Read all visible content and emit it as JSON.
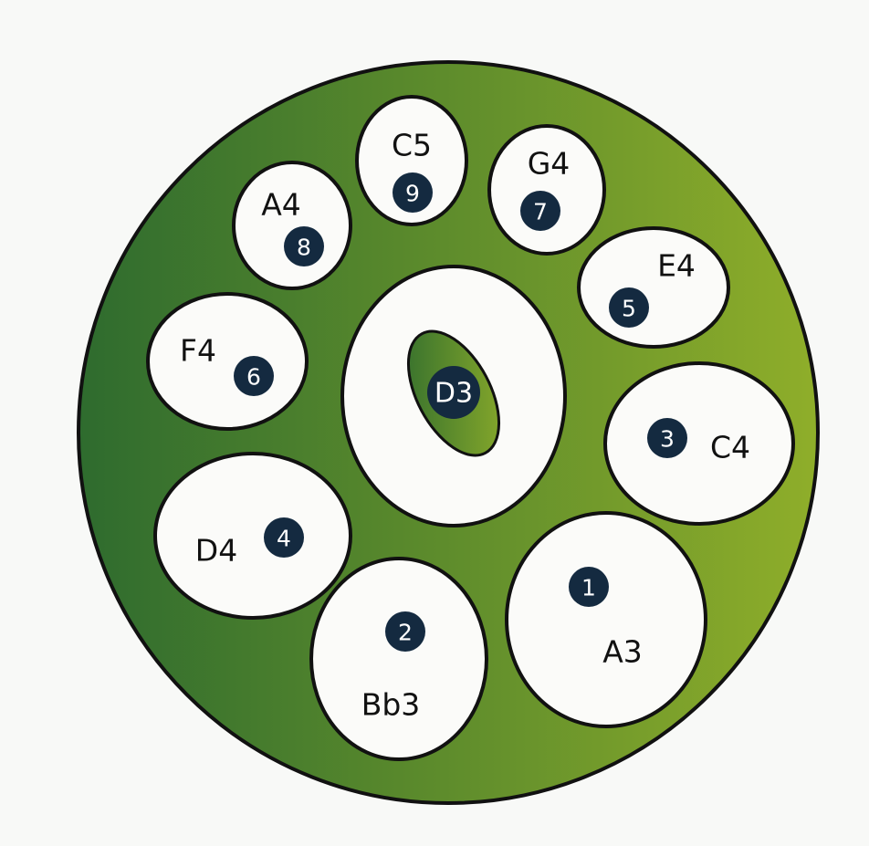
{
  "colors": {
    "background": "#f8f9f7",
    "drum_dark": "#2e6b2e",
    "drum_light": "#8fae2a",
    "outline": "#111111",
    "field": "#fbfbf9",
    "badge": "#142a40"
  },
  "ding": {
    "note": "D3"
  },
  "fields": [
    {
      "id": "1",
      "note": "A3"
    },
    {
      "id": "2",
      "note": "Bb3"
    },
    {
      "id": "3",
      "note": "C4"
    },
    {
      "id": "4",
      "note": "D4"
    },
    {
      "id": "5",
      "note": "E4"
    },
    {
      "id": "6",
      "note": "F4"
    },
    {
      "id": "7",
      "note": "G4"
    },
    {
      "id": "8",
      "note": "A4"
    },
    {
      "id": "9",
      "note": "C5"
    }
  ]
}
